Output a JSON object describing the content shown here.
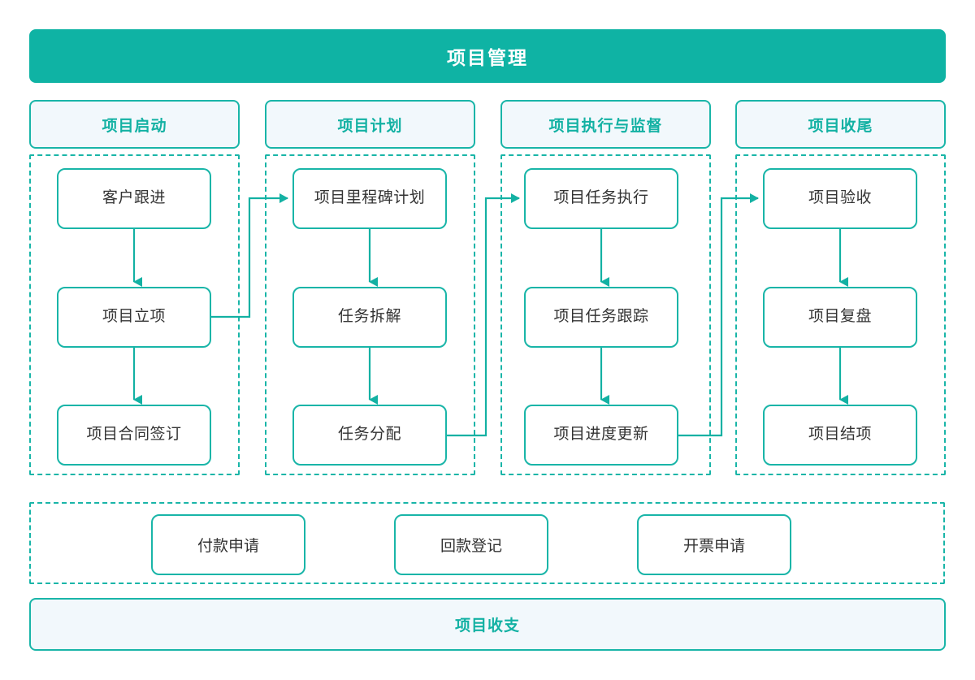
{
  "diagram": {
    "title": "项目管理",
    "accent_color": "#0fb3a4",
    "border_color": "#19b5a8",
    "chip_fill": "#f2f8fc",
    "node_fill": "#ffffff",
    "node_text_color": "#333333",
    "background": "#ffffff"
  },
  "phases": [
    {
      "header": "项目启动",
      "nodes": [
        "客户跟进",
        "项目立项",
        "项目合同签订"
      ]
    },
    {
      "header": "项目计划",
      "nodes": [
        "项目里程碑计划",
        "任务拆解",
        "任务分配"
      ]
    },
    {
      "header": "项目执行与监督",
      "nodes": [
        "项目任务执行",
        "项目任务跟踪",
        "项目进度更新"
      ]
    },
    {
      "header": "项目收尾",
      "nodes": [
        "项目验收",
        "项目复盘",
        "项目结项"
      ]
    }
  ],
  "finance_band": {
    "nodes": [
      "付款申请",
      "回款登记",
      "开票申请"
    ]
  },
  "footer": {
    "label": "项目收支"
  }
}
